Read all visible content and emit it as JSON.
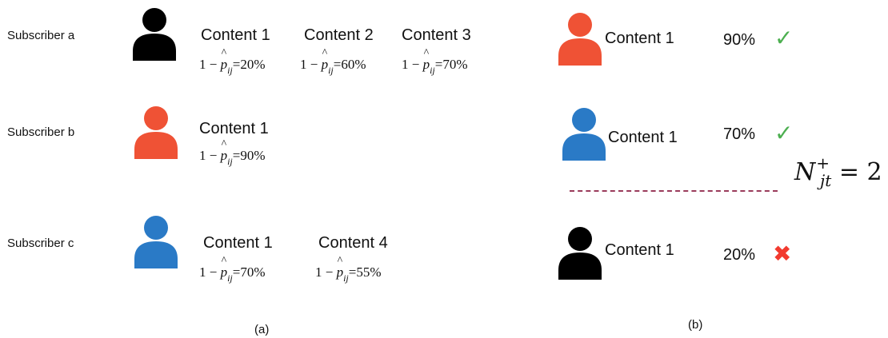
{
  "panel_a": {
    "caption": "(a)",
    "subscribers": [
      {
        "label": "Subscriber a",
        "color": "#000000",
        "contents": [
          {
            "name": "Content 1",
            "value": "20%"
          },
          {
            "name": "Content 2",
            "value": "60%"
          },
          {
            "name": "Content 3",
            "value": "70%"
          }
        ]
      },
      {
        "label": "Subscriber b",
        "color": "#ef5235",
        "contents": [
          {
            "name": "Content 1",
            "value": "90%"
          }
        ]
      },
      {
        "label": "Subscriber c",
        "color": "#2a7ac6",
        "contents": [
          {
            "name": "Content 1",
            "value": "70%"
          },
          {
            "name": "Content 4",
            "value": "55%"
          }
        ]
      }
    ],
    "formula_prefix": "1 − ",
    "formula_p": "p",
    "formula_sub": "ij",
    "formula_eq": "="
  },
  "panel_b": {
    "caption": "(b)",
    "rows": [
      {
        "color": "#ef5235",
        "content": "Content 1",
        "percent": "90%",
        "mark": "✓",
        "mark_type": "check"
      },
      {
        "color": "#2a7ac6",
        "content": "Content 1",
        "percent": "70%",
        "mark": "✓",
        "mark_type": "check"
      },
      {
        "color": "#000000",
        "content": "Content 1",
        "percent": "20%",
        "mark": "✖",
        "mark_type": "cross"
      }
    ],
    "threshold_formula": {
      "symbol": "N",
      "superscript": "+",
      "subscript": "jt",
      "equals": "= 2"
    },
    "divider_color": "#9a3b5b"
  }
}
